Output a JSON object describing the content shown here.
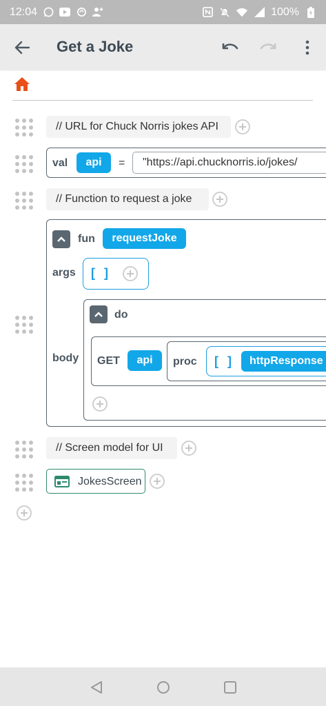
{
  "status_bar": {
    "time": "12:04",
    "battery": "100%",
    "icons_left": [
      "whatsapp-icon",
      "youtube-icon",
      "sync-icon",
      "add-person-icon"
    ],
    "icons_right": [
      "nfc-icon",
      "mute-icon",
      "wifi-icon",
      "signal-icon",
      "battery-icon"
    ]
  },
  "app_bar": {
    "title": "Get a Joke",
    "icons": [
      "arrow-back-icon",
      "undo-icon",
      "redo-icon",
      "more-vert-icon"
    ]
  },
  "colors": {
    "accent": "#12a7e8",
    "home": "#e8501a",
    "block_border": "#5a6670",
    "screen_border": "#2e8a6e"
  },
  "code": {
    "comment_api": "// URL for Chuck Norris jokes API",
    "val_keyword": "val",
    "val_name": "api",
    "equals": "=",
    "api_url": "\"https://api.chucknorris.io/jokes/",
    "comment_function": "// Function to request a joke",
    "fun_keyword": "fun",
    "fun_name": "requestJoke",
    "args_label": "args",
    "args_value": "[ ]",
    "body_label": "body",
    "do_keyword": "do",
    "get_keyword": "GET",
    "get_arg": "api",
    "proc_keyword": "proc",
    "proc_args": "[ ]",
    "proc_param": "httpResponse",
    "comment_screen": "// Screen model for UI",
    "screen_name": "JokesScreen"
  }
}
